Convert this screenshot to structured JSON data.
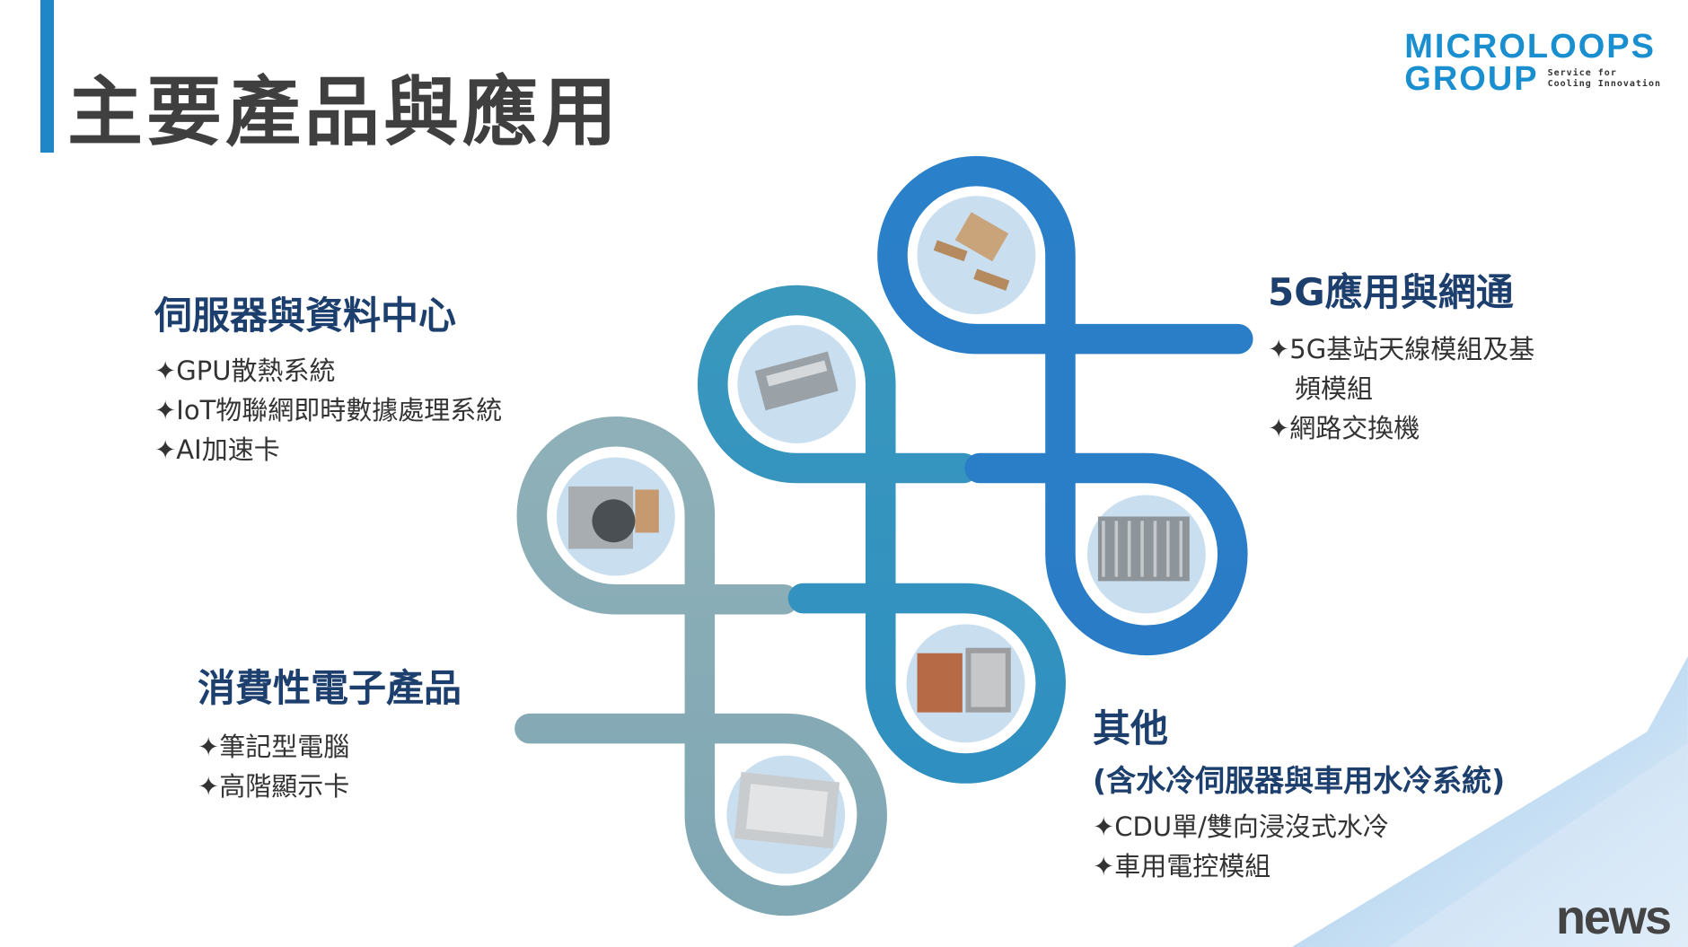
{
  "title": "主要產品與應用",
  "logo": {
    "line1": "MICROLOOPS",
    "line2": "GROUP",
    "tagline1": "Service for",
    "tagline2": "Cooling Innovation"
  },
  "sections": {
    "server": {
      "heading": "伺服器與資料中心",
      "items": [
        "✦GPU散熱系統",
        "✦IoT物聯網即時數據處理系統",
        "✦AI加速卡"
      ]
    },
    "network": {
      "heading": "5G應用與網通",
      "items": [
        "✦5G基站天線模組及基",
        "頻模組",
        "✦網路交換機"
      ]
    },
    "consumer": {
      "heading": "消費性電子產品",
      "items": [
        "✦筆記型電腦",
        "✦高階顯示卡"
      ]
    },
    "other": {
      "heading": "其他",
      "subheading": "(含水冷伺服器與車用水冷系統)",
      "items": [
        "✦CDU單/雙向浸沒式水冷",
        "✦車用電控模組"
      ]
    }
  },
  "watermark": "news",
  "colors": {
    "gray_loop": "#8aaeb8",
    "teal_loop": "#3595bf",
    "blue_loop": "#2a7fc8",
    "heading": "#1d3f6e",
    "accent": "#1f86c8"
  }
}
